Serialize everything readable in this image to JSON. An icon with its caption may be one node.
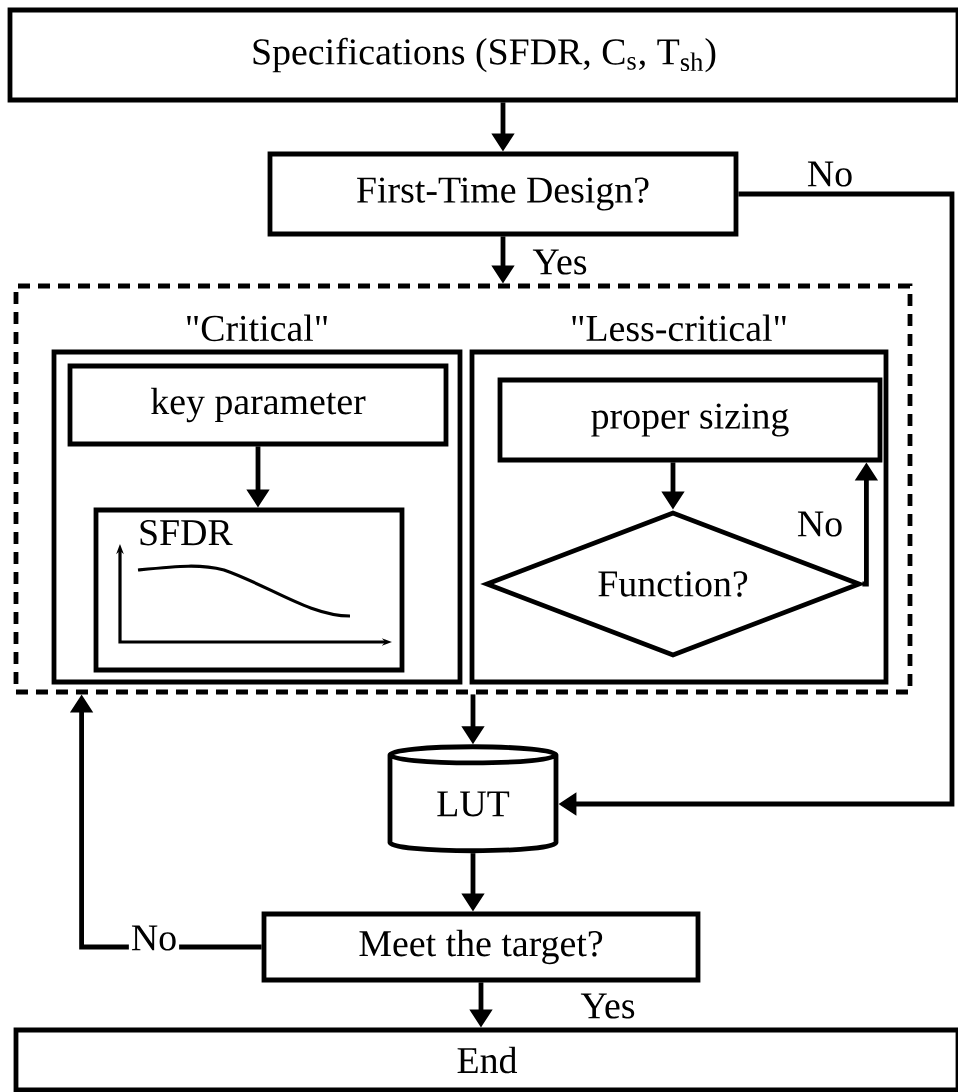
{
  "diagram": {
    "nodes": [
      {
        "text": [
          "Specifications (SFDR, C$_{s}$, T$_{sh}$)"
        ]
      },
      {
        "text": [
          "First-Time Design?"
        ]
      },
      {
        "text": [],
        "shape": "box"
      },
      {
        "text": [
          "\"Critical\""
        ],
        "in": 2
      },
      {
        "text": [
          "key parameter"
        ],
        "in": 3
      },
      {
        "text": [
          "SFDR"
        ],
        "in": 3
      },
      {
        "text": [
          "\"Less-critical\""
        ],
        "in": 2
      },
      {
        "text": [
          "proper sizing"
        ],
        "in": 6
      },
      {
        "text": [
          "Function?"
        ],
        "in": 6
      },
      {
        "text": [
          "LUT"
        ]
      },
      {
        "text": [
          "Meet the target?"
        ]
      },
      {
        "text": [
          "End"
        ]
      }
    ],
    "edges": [
      {
        "from": 0,
        "to": 1,
        "arrow": "to"
      },
      {
        "from": 1,
        "to": 9,
        "arrow": "to",
        "label": "No"
      },
      {
        "from": 1,
        "to": 2,
        "arrow": "to",
        "label": "Yes"
      },
      {
        "from": 4,
        "to": 5,
        "arrow": "to"
      },
      {
        "from": 7,
        "to": 8,
        "arrow": "to"
      },
      {
        "from": 8,
        "to": 7,
        "arrow": "to",
        "label": "No"
      },
      {
        "from": 2,
        "to": 9,
        "arrow": "to"
      },
      {
        "from": 9,
        "to": 10,
        "arrow": "to"
      },
      {
        "from": 10,
        "to": 11,
        "arrow": "to",
        "label": "Yes"
      },
      {
        "from": 10,
        "to": 2,
        "arrow": "to",
        "label": "No"
      }
    ]
  }
}
